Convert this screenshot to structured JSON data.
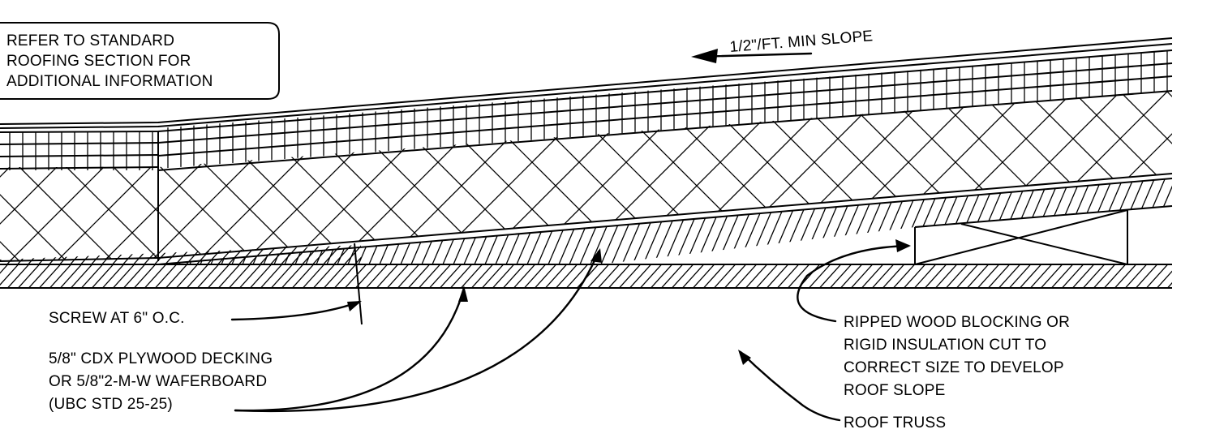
{
  "note_box": {
    "lines": [
      "REFER TO STANDARD",
      "ROOFING SECTION FOR",
      "ADDITIONAL INFORMATION"
    ]
  },
  "slope_label": "1/2\"/FT. MIN SLOPE",
  "callouts": {
    "screw": "SCREW AT 6\" O.C.",
    "plywood": [
      "5/8\" CDX PLYWOOD DECKING",
      "OR 5/8\"2-M-W WAFERBOARD",
      "(UBC STD 25-25)"
    ],
    "blocking": [
      "RIPPED WOOD BLOCKING OR",
      "RIGID INSULATION CUT TO",
      "CORRECT SIZE TO DEVELOP",
      "ROOF SLOPE"
    ],
    "truss": "ROOF TRUSS"
  },
  "colors": {
    "line": "#000000",
    "background": "#ffffff"
  }
}
